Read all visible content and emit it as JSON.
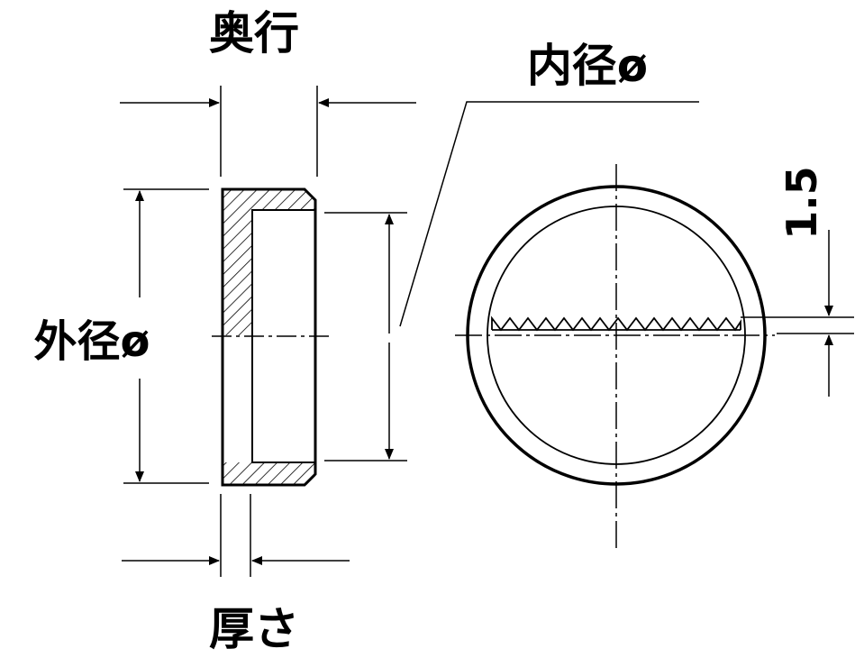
{
  "labels": {
    "depth": "奥行",
    "inner_diameter": "内径ø",
    "outer_diameter": "外径ø",
    "thickness": "厚さ",
    "step_value": "1.5"
  },
  "colors": {
    "line": "#000000",
    "background": "#ffffff"
  }
}
